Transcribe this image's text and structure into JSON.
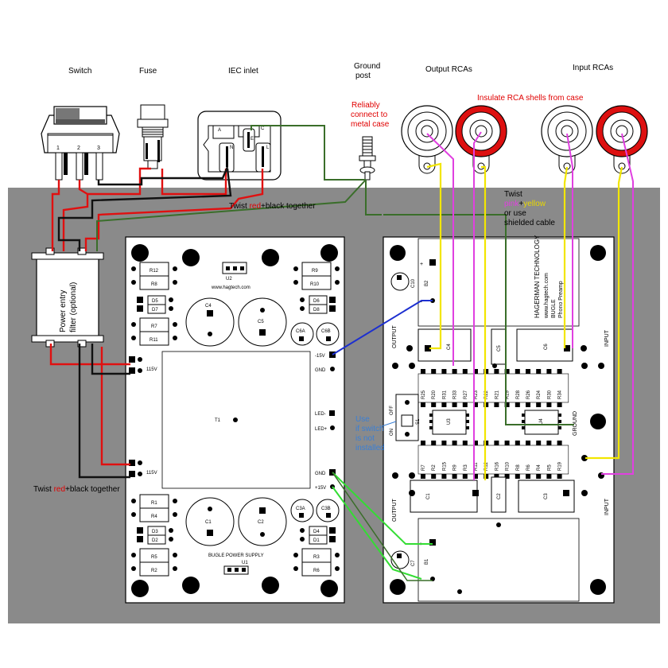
{
  "labels": {
    "switch": "Switch",
    "fuse": "Fuse",
    "iec": "IEC inlet",
    "ground_post_1": "Ground",
    "ground_post_2": "post",
    "output_rcas": "Output RCAs",
    "input_rcas": "Input RCAs",
    "reliably_1": "Reliably",
    "reliably_2": "connect to",
    "reliably_3": "metal case",
    "insulate": "Insulate RCA shells from case",
    "twist_top_a": "Twist ",
    "twist_top_red": "red",
    "twist_top_b": "+black together",
    "twist_bot_a": "Twist ",
    "twist_bot_red": "red",
    "twist_bot_b": "+black together",
    "twist_pink_1": "Twist",
    "twist_pink_pink": "pink",
    "twist_pink_plus": "+",
    "twist_pink_yellow": "yellow",
    "twist_pink_3": "or use",
    "twist_pink_4": "shielded cable",
    "filter_1": "Power entry",
    "filter_2": "filter (optional)",
    "use_switch_1": "Use",
    "use_switch_2": "if switch",
    "use_switch_3": "is not",
    "use_switch_4": "installed",
    "sw_pin1": "1",
    "sw_pin2": "2",
    "sw_pin3": "3",
    "iec_a": "A",
    "iec_c": "C",
    "iec_n": "N",
    "iec_e": "E",
    "iec_l": "L"
  },
  "psu": {
    "url": "www.hagtech.com",
    "name": "BUGLE POWER SUPPLY",
    "u2": "U2",
    "u1": "U1",
    "t1": "T1",
    "v115_top": "115V",
    "v115_bot": "115V",
    "neg15": "-15V",
    "gnd_top": "GND",
    "led_neg": "LED-",
    "led_pos": "LED+",
    "gnd_bot": "GND",
    "pos15": "+15V",
    "r12": "R12",
    "r8": "R8",
    "r9": "R9",
    "r10": "R10",
    "d5": "D5",
    "d7": "D7",
    "d6": "D6",
    "d8": "D8",
    "r7": "R7",
    "r11": "R11",
    "c4": "C4",
    "c5": "C5",
    "c6a": "C6A",
    "c6b": "C6B",
    "r1": "R1",
    "r4": "R4",
    "r3": "R3",
    "r6": "R6",
    "d3": "D3",
    "d2": "D2",
    "d4": "D4",
    "d1": "D1",
    "r5": "R5",
    "r2": "R2",
    "c1": "C1",
    "c2": "C2",
    "c3a": "C3A",
    "c3b": "C3B"
  },
  "preamp": {
    "brand": "HAGERMAN TECHNOLOGY",
    "url": "www.hagtech.com",
    "product": "BUGLE",
    "subtitle": "Phono Preamp",
    "output_top": "OUTPUT",
    "output_bot": "OUTPUT",
    "input_top": "INPUT",
    "input_bot": "INPUT",
    "ground": "GROUND",
    "c10": "C10",
    "b2": "B2",
    "b1": "B1",
    "c7": "C7",
    "c5": "C5",
    "c6": "C6",
    "c4": "C4",
    "c1": "C1",
    "c2": "C2",
    "c3": "C3",
    "u3": "U3",
    "u4": "U4",
    "s1": "S1",
    "off": "OFF",
    "on": "ON",
    "plus": "+",
    "minus": "−",
    "res_top": [
      "R25",
      "R20",
      "R31",
      "R33",
      "R27",
      "R23",
      "R22",
      "R21",
      "R29",
      "R28",
      "R26",
      "R24",
      "R30",
      "R34"
    ],
    "res_bot": [
      "R7",
      "R2",
      "R15",
      "R9",
      "R3",
      "R11",
      "R12",
      "R16",
      "R10",
      "R8",
      "R6",
      "R4",
      "R5",
      "R19"
    ]
  },
  "colors": {
    "case": "#8a8a8a",
    "red_wire": "#e01010",
    "black_wire": "#111111",
    "green_wire": "#3a6e2a",
    "blue_wire": "#1c2fd0",
    "pink_wire": "#e040e0",
    "yellow_wire": "#f2e600",
    "lime_wire": "#33dd33",
    "rca_red": "#dd1010"
  }
}
